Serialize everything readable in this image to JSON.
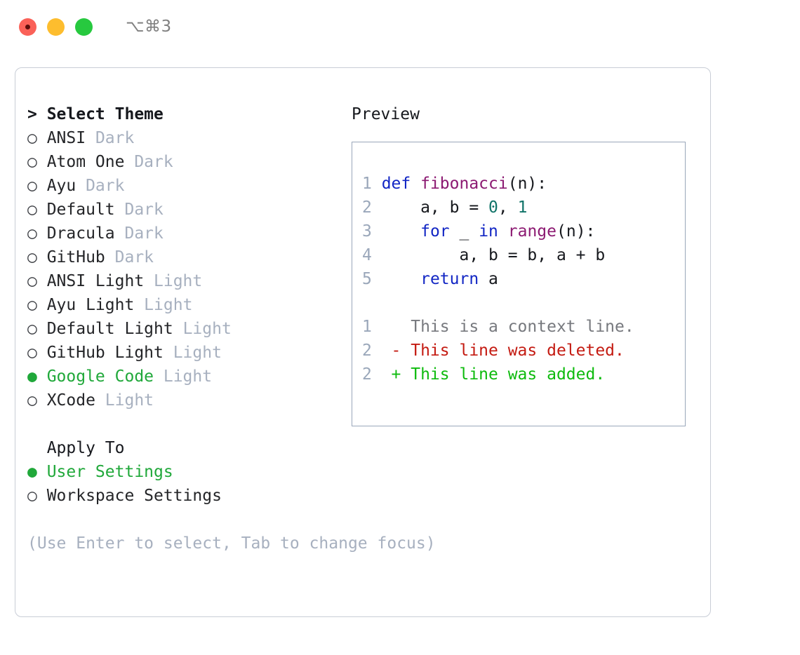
{
  "titlebar": {
    "shortcut": "⌥⌘3",
    "buttons": [
      {
        "name": "close-button",
        "color": "#fa6158"
      },
      {
        "name": "minimize-button",
        "color": "#fdbd2e"
      },
      {
        "name": "maximize-button",
        "color": "#27c93f"
      }
    ]
  },
  "theme_picker": {
    "header": "> Select Theme",
    "marker_selected": "●",
    "marker_unselected": "○",
    "items": [
      {
        "label": "ANSI",
        "tag": "Dark",
        "selected": false
      },
      {
        "label": "Atom One",
        "tag": "Dark",
        "selected": false
      },
      {
        "label": "Ayu",
        "tag": "Dark",
        "selected": false
      },
      {
        "label": "Default",
        "tag": "Dark",
        "selected": false
      },
      {
        "label": "Dracula",
        "tag": "Dark",
        "selected": false
      },
      {
        "label": "GitHub",
        "tag": "Dark",
        "selected": false
      },
      {
        "label": "ANSI Light",
        "tag": "Light",
        "selected": false
      },
      {
        "label": "Ayu Light",
        "tag": "Light",
        "selected": false
      },
      {
        "label": "Default Light",
        "tag": "Light",
        "selected": false
      },
      {
        "label": "GitHub Light",
        "tag": "Light",
        "selected": false
      },
      {
        "label": "Google Code",
        "tag": "Light",
        "selected": true
      },
      {
        "label": "XCode",
        "tag": "Light",
        "selected": false
      }
    ]
  },
  "apply_to": {
    "label": "Apply To",
    "items": [
      {
        "label": "User Settings",
        "selected": true
      },
      {
        "label": "Workspace Settings",
        "selected": false
      }
    ]
  },
  "hint": "(Use Enter to select, Tab to change focus)",
  "preview": {
    "title": "Preview",
    "code_lines": [
      {
        "number": "1",
        "tokens": [
          {
            "text": "def ",
            "kind": "kw"
          },
          {
            "text": "fibonacci",
            "kind": "fn"
          },
          {
            "text": "(n):",
            "kind": "plain"
          }
        ]
      },
      {
        "number": "2",
        "tokens": [
          {
            "text": "    a, b = ",
            "kind": "plain"
          },
          {
            "text": "0",
            "kind": "num"
          },
          {
            "text": ", ",
            "kind": "plain"
          },
          {
            "text": "1",
            "kind": "num"
          }
        ]
      },
      {
        "number": "3",
        "tokens": [
          {
            "text": "    ",
            "kind": "plain"
          },
          {
            "text": "for",
            "kind": "kw"
          },
          {
            "text": " _ ",
            "kind": "plain"
          },
          {
            "text": "in",
            "kind": "kw"
          },
          {
            "text": " ",
            "kind": "plain"
          },
          {
            "text": "range",
            "kind": "fn"
          },
          {
            "text": "(n):",
            "kind": "plain"
          }
        ]
      },
      {
        "number": "4",
        "tokens": [
          {
            "text": "        a, b = b, a + b",
            "kind": "plain"
          }
        ]
      },
      {
        "number": "5",
        "tokens": [
          {
            "text": "    ",
            "kind": "plain"
          },
          {
            "text": "return",
            "kind": "kw"
          },
          {
            "text": " a",
            "kind": "plain"
          }
        ]
      },
      {
        "number": "",
        "tokens": [
          {
            "text": "",
            "kind": "plain"
          }
        ]
      },
      {
        "number": "1",
        "tokens": [
          {
            "text": "   This is a context line.",
            "kind": "ctx"
          }
        ]
      },
      {
        "number": "2",
        "tokens": [
          {
            "text": " - This line was deleted.",
            "kind": "del"
          }
        ]
      },
      {
        "number": "2",
        "tokens": [
          {
            "text": " + This line was added.",
            "kind": "add"
          }
        ]
      }
    ]
  },
  "colors": {
    "accent_green": "#20a83a",
    "muted": "#a7b0bf",
    "keyword": "#1226c4",
    "function": "#8c1a72",
    "number": "#107368",
    "diff_added": "#0ebb0e",
    "diff_deleted": "#c41b12",
    "diff_context": "#77797e",
    "panel_border": "#c8cdd6",
    "preview_border": "#9aa7ba"
  }
}
